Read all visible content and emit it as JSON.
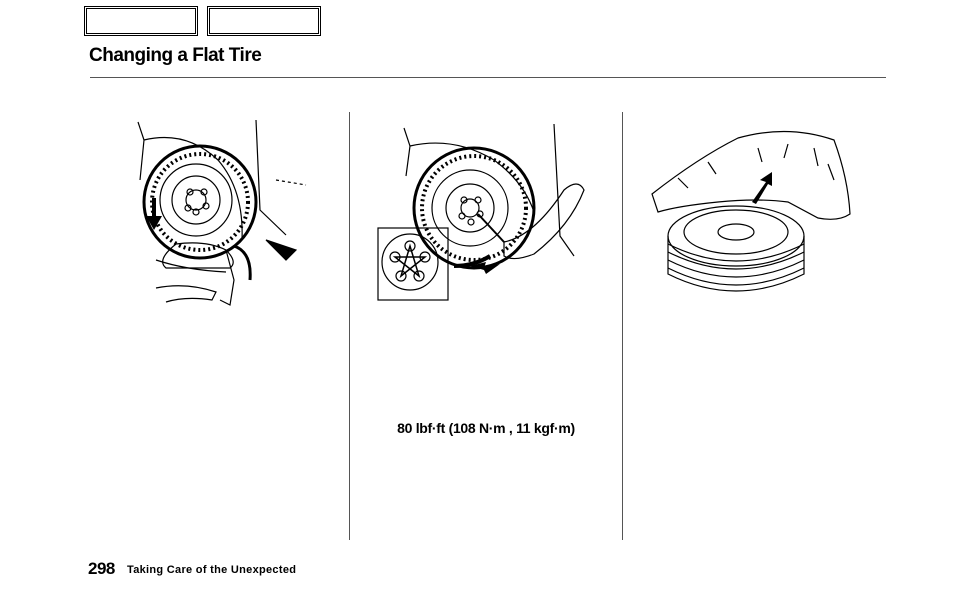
{
  "header": {
    "title": "Changing a Flat Tire"
  },
  "nav": {
    "prev_label": "",
    "next_label": ""
  },
  "columns": [
    {
      "illustration": "lowering-vehicle-with-jack"
    },
    {
      "illustration": "tightening-wheel-nuts-star-pattern",
      "torque_spec": "80 lbf·ft (108 N·m , 11 kgf·m)"
    },
    {
      "illustration": "placing-flat-tire-in-plastic-bag"
    }
  ],
  "footer": {
    "page_number": "298",
    "section": "Taking Care of the Unexpected"
  }
}
